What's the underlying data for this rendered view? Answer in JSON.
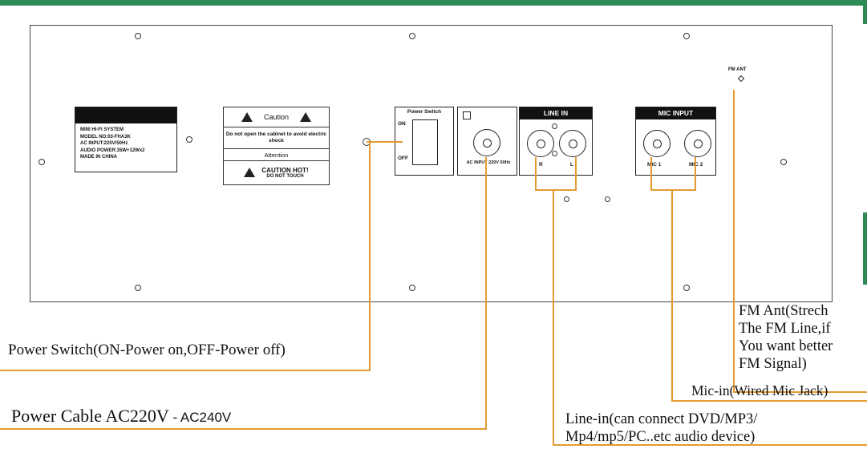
{
  "name_plate": {
    "lines": [
      "MINI HI-FI SYSTEM",
      "MODEL NO:03-FHA3K",
      "AC INPUT:220V/50Hz",
      "AUDIO POWER:35W+12Wx2",
      "MADE IN CHINA"
    ]
  },
  "caution_label": {
    "title": "Caution",
    "warning": "Do not open the cabinet to avoid electric shock",
    "attention": "Attention",
    "caution_hot": "CAUTION HOT!",
    "do_not_touch": "DO NOT TOUCH"
  },
  "power_switch": {
    "title": "Power Switch",
    "on": "ON",
    "off": "OFF"
  },
  "ac_input": {
    "label": "AC INPUT 220V 50Hz"
  },
  "line_in": {
    "title": "LINE IN",
    "right": "R",
    "left": "L"
  },
  "mic_input": {
    "title": "MIC INPUT",
    "mic1": "MIC 1",
    "mic2": "MIC 2"
  },
  "fm_ant": {
    "label": "FM ANT"
  },
  "annotations": {
    "power_switch": "Power Switch(ON-Power on,OFF-Power off)",
    "power_cable_a": "Power Cable AC220V",
    "power_cable_b": " - AC240V",
    "fm_ant_lines": [
      "FM Ant(Strech",
      "The FM Line,if",
      "You want better",
      "FM Signal)"
    ],
    "mic_in": "Mic-in(Wired Mic Jack)",
    "line_in_lines": [
      "Line-in(can connect DVD/MP3/",
      "Mp4/mp5/PC..etc audio device)"
    ]
  },
  "colors": {
    "leader_line": "#e49a2e",
    "frame": "#2e8b57"
  }
}
